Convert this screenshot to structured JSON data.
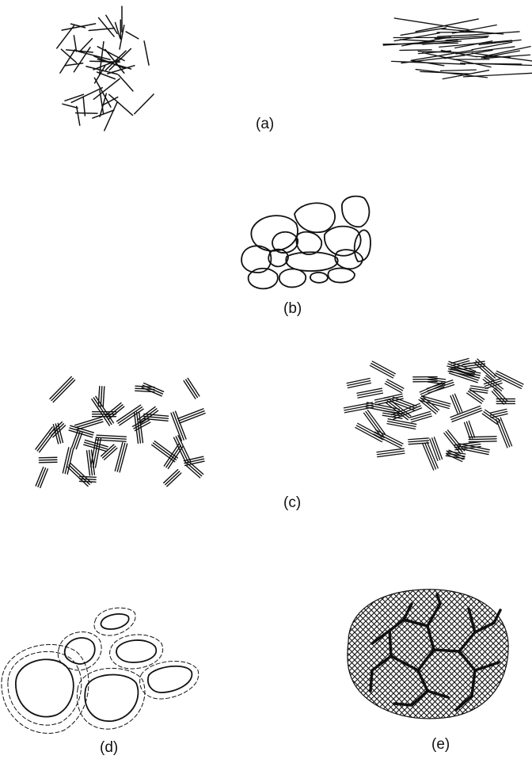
{
  "labels": {
    "a": "(a)",
    "b": "(b)",
    "c": "(c)",
    "d": "(d)",
    "e": "(e)"
  },
  "colors": {
    "ink": "#111111",
    "background": "#ffffff"
  }
}
